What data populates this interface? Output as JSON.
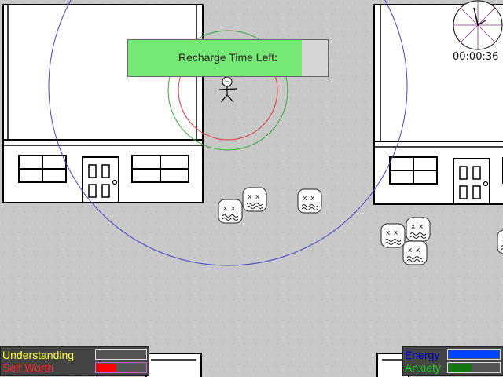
{
  "hud": {
    "left": {
      "stats": [
        {
          "label": "Understanding",
          "color": "#ffff33",
          "fill_color": "#333333",
          "level": 0.0
        },
        {
          "label": "Self Worth",
          "color": "#ff2222",
          "fill_color": "#ff0000",
          "level": 0.4
        }
      ]
    },
    "right": {
      "stats": [
        {
          "label": "Energy",
          "color": "#0000cc",
          "fill_color": "#0044ff",
          "level": 1.0
        },
        {
          "label": "Anxiety",
          "color": "#22cc22",
          "fill_color": "#117711",
          "level": 0.45
        }
      ]
    }
  },
  "timer": {
    "text": "00:00:36",
    "icon": "clock-dial-icon"
  },
  "recharge": {
    "label": "Recharge Time Left:",
    "level": 0.87,
    "color": "#76e876"
  },
  "icons": {
    "player": "stick-figure-icon",
    "enemy": "sad-face-blob-icon",
    "house": "house-icon"
  },
  "colors": {
    "ground": "#c8c8c8",
    "awareness_ring": "#4444cc",
    "inner_ring": "#dd3333",
    "outer_ring": "#33aa33"
  }
}
